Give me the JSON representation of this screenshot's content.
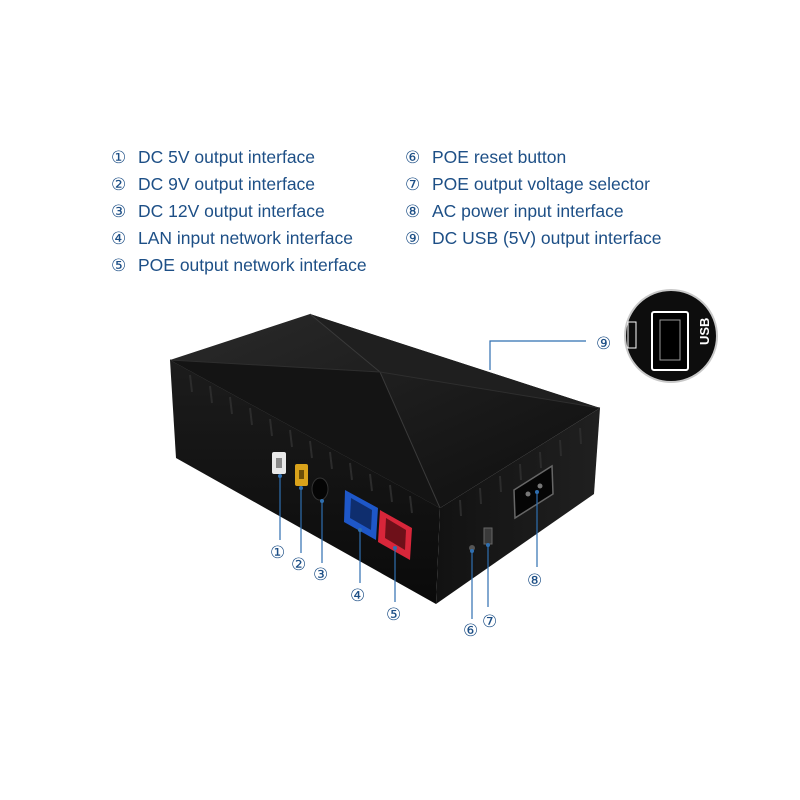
{
  "legend": {
    "left": [
      {
        "num": "①",
        "label": "DC 5V output interface"
      },
      {
        "num": "②",
        "label": "DC 9V output interface"
      },
      {
        "num": "③",
        "label": "DC 12V output interface"
      },
      {
        "num": "④",
        "label": "LAN input network interface"
      },
      {
        "num": "⑤",
        "label": "POE output network interface"
      }
    ],
    "right": [
      {
        "num": "⑥",
        "label": "POE reset button"
      },
      {
        "num": "⑦",
        "label": "POE output voltage selector"
      },
      {
        "num": "⑧",
        "label": "AC power input interface"
      },
      {
        "num": "⑨",
        "label": "DC USB (5V) output interface"
      }
    ]
  },
  "callouts": [
    "①",
    "②",
    "③",
    "④",
    "⑤",
    "⑥",
    "⑦",
    "⑧",
    "⑨"
  ],
  "inset": {
    "port_label": "USB"
  },
  "colors": {
    "text": "#1d4f86",
    "device": "#141414",
    "lan_port": "#1e57c8",
    "poe_port": "#d8263a",
    "dc9v_port": "#d9a21b"
  }
}
